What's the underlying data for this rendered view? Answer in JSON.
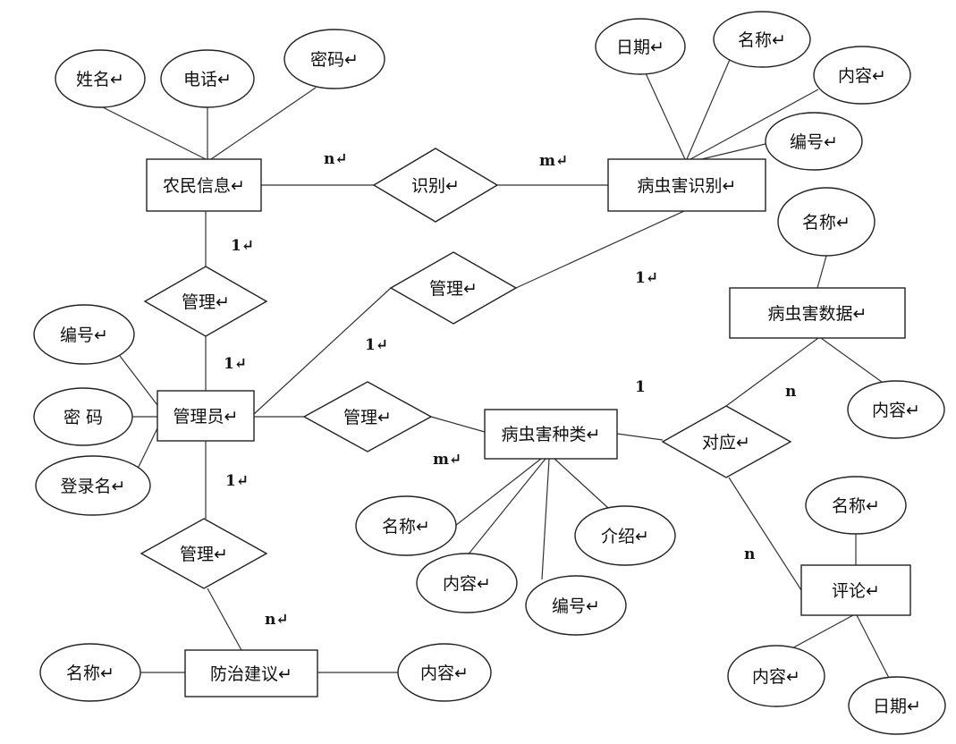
{
  "diagram": {
    "entities": {
      "farmer": "农民信息↵",
      "pest_identify": "病虫害识别↵",
      "admin": "管理员↵",
      "pest_data": "病虫害数据↵",
      "pest_type": "病虫害种类↵",
      "comment": "评论↵",
      "advice": "防治建议↵"
    },
    "relationships": {
      "identify": "识别↵",
      "manage_farmer": "管理↵",
      "manage_identify": "管理↵",
      "manage_type": "管理↵",
      "manage_advice": "管理↵",
      "correspond": "对应↵"
    },
    "attributes": {
      "farmer_name": "姓名↵",
      "farmer_phone": "电话↵",
      "farmer_password": "密码↵",
      "identify_date": "日期↵",
      "identify_name": "名称↵",
      "identify_content": "内容↵",
      "identify_id": "编号↵",
      "data_name": "名称↵",
      "data_content": "内容↵",
      "admin_id": "编号↵",
      "admin_password": "密 码",
      "admin_login": "登录名↵",
      "type_name": "名称↵",
      "type_content": "内容↵",
      "type_id": "编号↵",
      "type_intro": "介绍↵",
      "comment_name": "名称↵",
      "comment_content": "内容↵",
      "comment_date": "日期↵",
      "advice_name": "名称↵",
      "advice_content": "内容↵"
    },
    "cardinalities": {
      "farmer_identify": "n↵",
      "identify_pest": "m↵",
      "farmer_manage": "1↵",
      "admin_manage_farmer": "1↵",
      "manage_identify_right": "1↵",
      "admin_manage_identify": "1↵",
      "admin_manage_type": "1",
      "type_manage": "m↵",
      "admin_manage_advice": "1↵",
      "advice_manage": "n↵",
      "data_correspond": "n",
      "comment_correspond": "n"
    }
  }
}
